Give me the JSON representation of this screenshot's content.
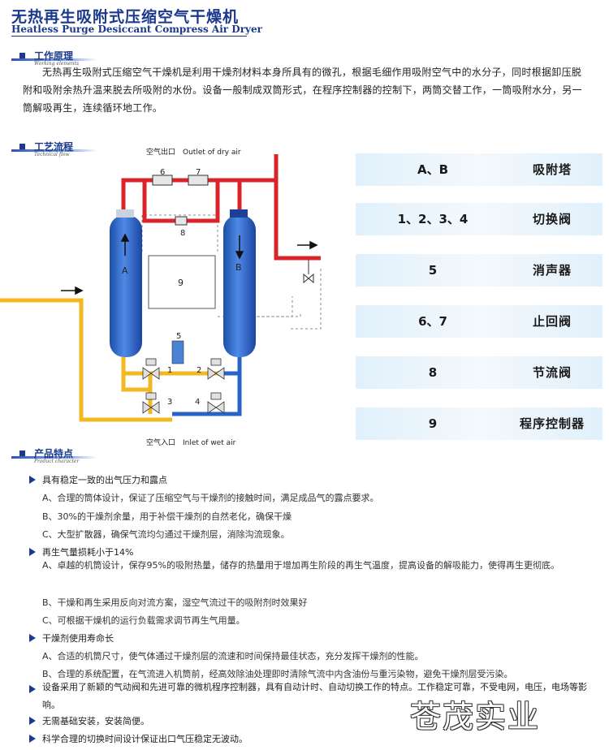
{
  "header": {
    "title_cn": "无热再生吸附式压缩空气干燥机",
    "title_en": "Heatless Purge Desiccant Compress Air Dryer"
  },
  "principle": {
    "heading_cn": "工作原理",
    "heading_en": "Working elements",
    "text": "无热再生吸附式压缩空气干燥机是利用干燥剂材料本身所具有的微孔，根据毛细作用吸附空气中的水分子，同时根据卸压脱附和吸附余热升温来脱去所吸附的水份。设备一般制成双筒形式，在程序控制器的控制下，两筒交替工作，一筒吸附水分，另一筒解吸再生，连续循环地工作。"
  },
  "process": {
    "heading_cn": "工艺流程",
    "heading_en": "Technical flow",
    "outlet_label": "空气出口　Outlet of dry air",
    "inlet_label": "空气入口　Inlet of wet air",
    "tower_a": "A",
    "tower_b": "B",
    "valve_labels": [
      "1",
      "2",
      "3",
      "4",
      "5",
      "6",
      "7",
      "8",
      "9"
    ],
    "legend": [
      {
        "key": "A、B",
        "value": "吸附塔"
      },
      {
        "key": "1、2、3、4",
        "value": "切换阀"
      },
      {
        "key": "5",
        "value": "消声器"
      },
      {
        "key": "6、7",
        "value": "止回阀"
      },
      {
        "key": "8",
        "value": "节流阀"
      },
      {
        "key": "9",
        "value": "程序控制器"
      }
    ],
    "colors": {
      "dry_line": "#d9252a",
      "wet_line": "#f2b81f",
      "tower": "#2a63c8"
    }
  },
  "features": {
    "heading_cn": "产品特点",
    "heading_en": "Product character",
    "groups": [
      {
        "title": "具有稳定一致的出气压力和露点",
        "items": [
          "A、合理的筒体设计，保证了压缩空气与干燥剂的接触时间，满足成品气的露点要求。",
          "B、30%的干燥剂余量，用于补偿干燥剂的自然老化，确保干燥",
          "C、大型扩散器，确保气流均匀通过干燥剂层，消除沟流现象。"
        ]
      },
      {
        "title": "再生气量损耗小于14%",
        "items": [
          "A、卓越的机筒设计，保存95%的吸附热量，储存的热量用于增加再生阶段的再生气温度，提高设备的解吸能力，使得再生更彻底。",
          "B、干燥和再生采用反向对流方案，湿空气流过干的吸附剂时效果好",
          "C、可根据干燥机的运行负载需求调节再生气用量。"
        ]
      },
      {
        "title": "干燥剂使用寿命长",
        "items": [
          "A、合适的机筒尺寸，使气体通过干燥剂层的流速和时间保持最佳状态，充分发挥干燥剂的性能。",
          "B、合理的系统配置，在气流进入机筒前，经高效除油处理即时清除气流中内含油份与重污染物，避免干燥剂层受污染。"
        ]
      },
      {
        "title": "设备采用了新颖的气动阀和先进可靠的微机程序控制器，具有自动计时、自动切换工作的特点。工作稳定可靠，不受电网，电压，电场等影响。",
        "items": []
      },
      {
        "title": "无需基础安装，安装简便。",
        "items": []
      },
      {
        "title": "科学合理的切换时间设计保证出口气压稳定无波动。",
        "items": []
      }
    ]
  },
  "watermark": "苍茂实业"
}
